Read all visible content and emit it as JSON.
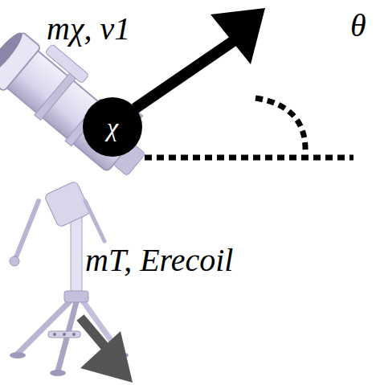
{
  "diagram": {
    "nodes": [
      {
        "text": [
          "χ"
        ]
      }
    ],
    "labels": [
      "mχ, v1",
      "θ",
      "mT, Erecoil"
    ]
  }
}
